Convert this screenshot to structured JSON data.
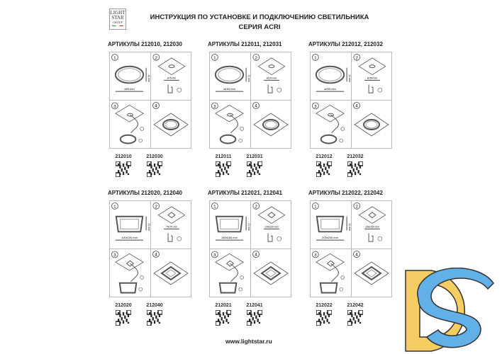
{
  "header": {
    "logo_text": [
      "LIGHT",
      "STAR",
      "GROUP"
    ],
    "title_line1": "ИНСТРУКЦИЯ ПО УСТАНОВКЕ И ПОДКЛЮЧЕНИЮ СВЕТИЛЬНИКА",
    "title_line2": "СЕРИЯ ACRI"
  },
  "blocks": [
    {
      "title": "АРТИКУЛЫ 212010, 212030",
      "shape": "round",
      "dim1": "ø90 mm",
      "dim2": "ø75 mm",
      "height": "21 mm",
      "codes": [
        "212010",
        "212030"
      ]
    },
    {
      "title": "АРТИКУЛЫ 212011, 212031",
      "shape": "round",
      "dim1": "ø160 mm",
      "dim2": "ø120 mm",
      "height": "21 mm",
      "codes": [
        "212011",
        "212031"
      ]
    },
    {
      "title": "АРТИКУЛЫ 212012, 212032",
      "shape": "round",
      "dim1": "ø200 mm",
      "dim2": "ø150 mm",
      "height": "21 mm",
      "codes": [
        "212012",
        "212032"
      ]
    },
    {
      "title": "АРТИКУЛЫ 212020, 212040",
      "shape": "square",
      "dim1": "100x100 mm",
      "dim2": "75x75 mm",
      "height": "21 mm",
      "codes": [
        "212020",
        "212040"
      ]
    },
    {
      "title": "АРТИКУЛЫ 212021, 212041",
      "shape": "square",
      "dim1": "160x160 mm",
      "dim2": "120x120 mm",
      "height": "21 mm",
      "codes": [
        "212021",
        "212041"
      ]
    },
    {
      "title": "АРТИКУЛЫ 212022, 212042",
      "shape": "square",
      "dim1": "200x200 mm",
      "dim2": "150x150 mm",
      "height": "21 mm",
      "codes": [
        "212022",
        "212042"
      ]
    }
  ],
  "steps": [
    "1",
    "2",
    "3",
    "4"
  ],
  "footer": {
    "url": "www.lightstar.ru"
  },
  "watermark": {
    "text": "DS",
    "colors": {
      "d": "#f6cd62",
      "s": "#62b0e8"
    }
  }
}
